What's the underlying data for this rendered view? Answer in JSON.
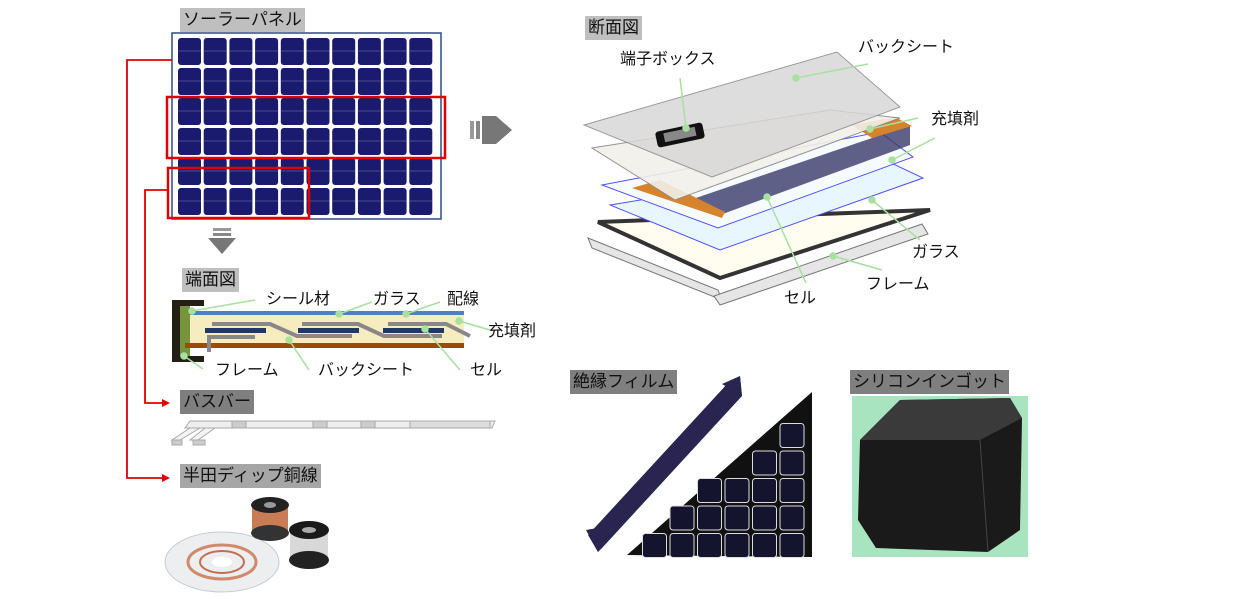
{
  "labels": {
    "solar_panel": "ソーラーパネル",
    "edge_view": "端面図",
    "busbar": "バスバー",
    "solder_dip_wire": "半田ディップ銅線",
    "cross_section": "断面図",
    "insulating_film": "絶縁フィルム",
    "silicon_ingot": "シリコンインゴット"
  },
  "edge_callouts": {
    "sealant": "シール材",
    "glass": "ガラス",
    "wiring": "配線",
    "filler": "充填剤",
    "frame": "フレーム",
    "backsheet": "バックシート",
    "cell": "セル"
  },
  "section_callouts": {
    "junction_box": "端子ボックス",
    "backsheet": "バックシート",
    "filler": "充填剤",
    "glass": "ガラス",
    "frame": "フレーム",
    "cell": "セル"
  },
  "colors": {
    "highlight": "#e00000",
    "cell": "#1a1a6e",
    "callout": "#a8e0a0",
    "ingot_bg": "#a8e4c0"
  }
}
